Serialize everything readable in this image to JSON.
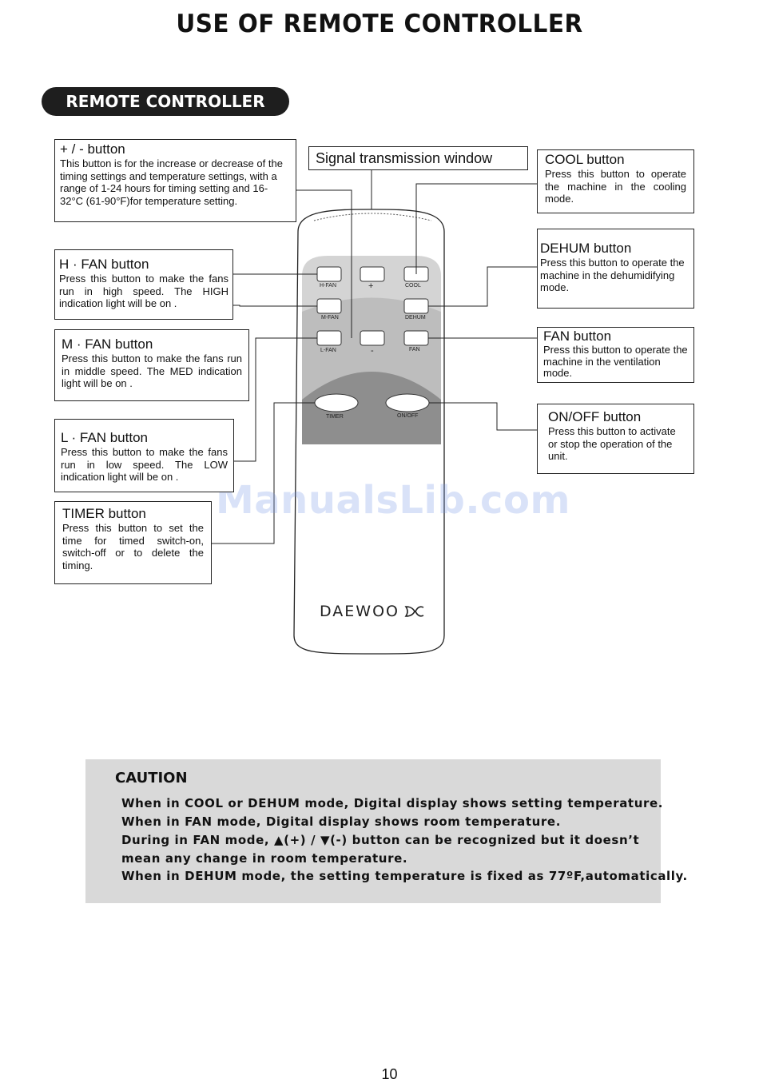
{
  "title": "USE OF REMOTE CONTROLLER",
  "section_label": "REMOTE CONTROLLER",
  "callouts": {
    "plus_minus": {
      "title": "+ / -  button",
      "desc": "This button is for the increase or decrease of the timing settings and temperature settings, with a range of 1-24 hours for timing setting and 16-32°C (61-90°F)for temperature setting."
    },
    "signal": {
      "title": "Signal transmission window"
    },
    "cool": {
      "title": "COOL button",
      "desc": "Press this button to operate the machine in the cooling mode."
    },
    "hfan": {
      "title": "H · FAN button",
      "desc": "Press this button to make the fans run in high speed. The HIGH indication  light will be on ."
    },
    "dehum": {
      "title": "DEHUM button",
      "desc": "Press this button to operate the machine in the dehumidifying mode."
    },
    "mfan": {
      "title": "M · FAN button",
      "desc": "Press this button to make the fans run in middle speed. The MED indication  light will be on ."
    },
    "fan": {
      "title": "FAN button",
      "desc": "Press this button to operate the machine in the ventilation mode."
    },
    "onoff": {
      "title": "ON/OFF button",
      "desc": "Press this button to activate or stop the operation of the unit."
    },
    "lfan": {
      "title": "L · FAN button",
      "desc": "Press this button to make the fans run in low speed. The LOW indication  light will be on ."
    },
    "timer": {
      "title": "TIMER button",
      "desc": "Press this button to set the time for timed switch-on, switch-off or to delete the timing."
    }
  },
  "remote": {
    "labels": {
      "hfan": "H-FAN",
      "plus": "+",
      "cool": "COOL",
      "mfan": "M-FAN",
      "dehum": "DEHUM",
      "lfan": "L-FAN",
      "minus": "-",
      "fan": "FAN",
      "timer": "TIMER",
      "onoff": "ON/OFF"
    },
    "brand": "DAEWOO"
  },
  "watermark": "ManualsLib.com",
  "caution": {
    "heading": "CAUTION",
    "lines": [
      "When  in  COOL  or  DEHUM  mode, Digital  display  shows  setting  temperature.",
      "When  in  FAN  mode, Digital  display  shows  room  temperature.",
      "During  in  FAN  mode, ▲(+) / ▼(-) button  can  be  recognized  but  it  doesn’t",
      "mean  any  change  in  room  temperature.",
      "When  in  DEHUM  mode, the  setting  temperature  is  fixed  as  77ºF,automatically."
    ]
  },
  "page_number": "10"
}
